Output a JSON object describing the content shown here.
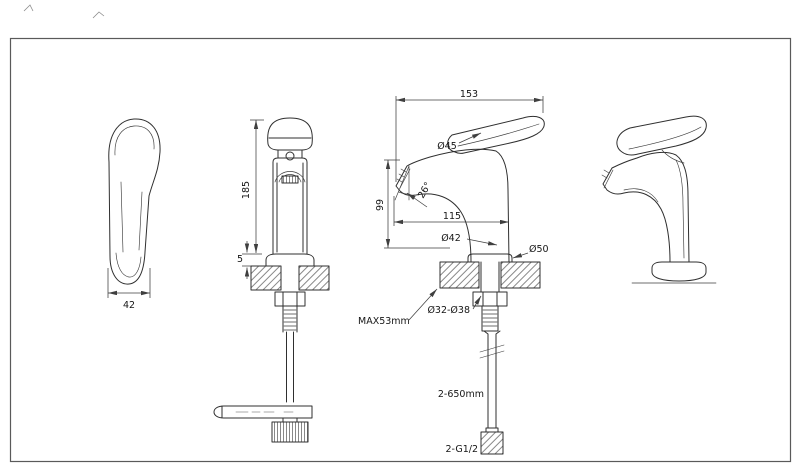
{
  "colors": {
    "background": "#ffffff",
    "line_work": "#2f2f2f",
    "dimension": "#3f3f3f"
  },
  "dimensions": {
    "top_view_width": "42",
    "front_height": "185",
    "front_flange_height": "5",
    "overall_length": "153",
    "handle_diameter": "Ø45",
    "spout_height": "99",
    "spout_angle": "26°",
    "spout_reach": "115",
    "body_diameter": "Ø42",
    "base_diameter": "Ø50",
    "max_deck_thickness": "MAX53mm",
    "mounting_hole_diameter": "Ø32-Ø38",
    "hose_length": "2-650mm",
    "hose_thread": "2-G1/2"
  }
}
